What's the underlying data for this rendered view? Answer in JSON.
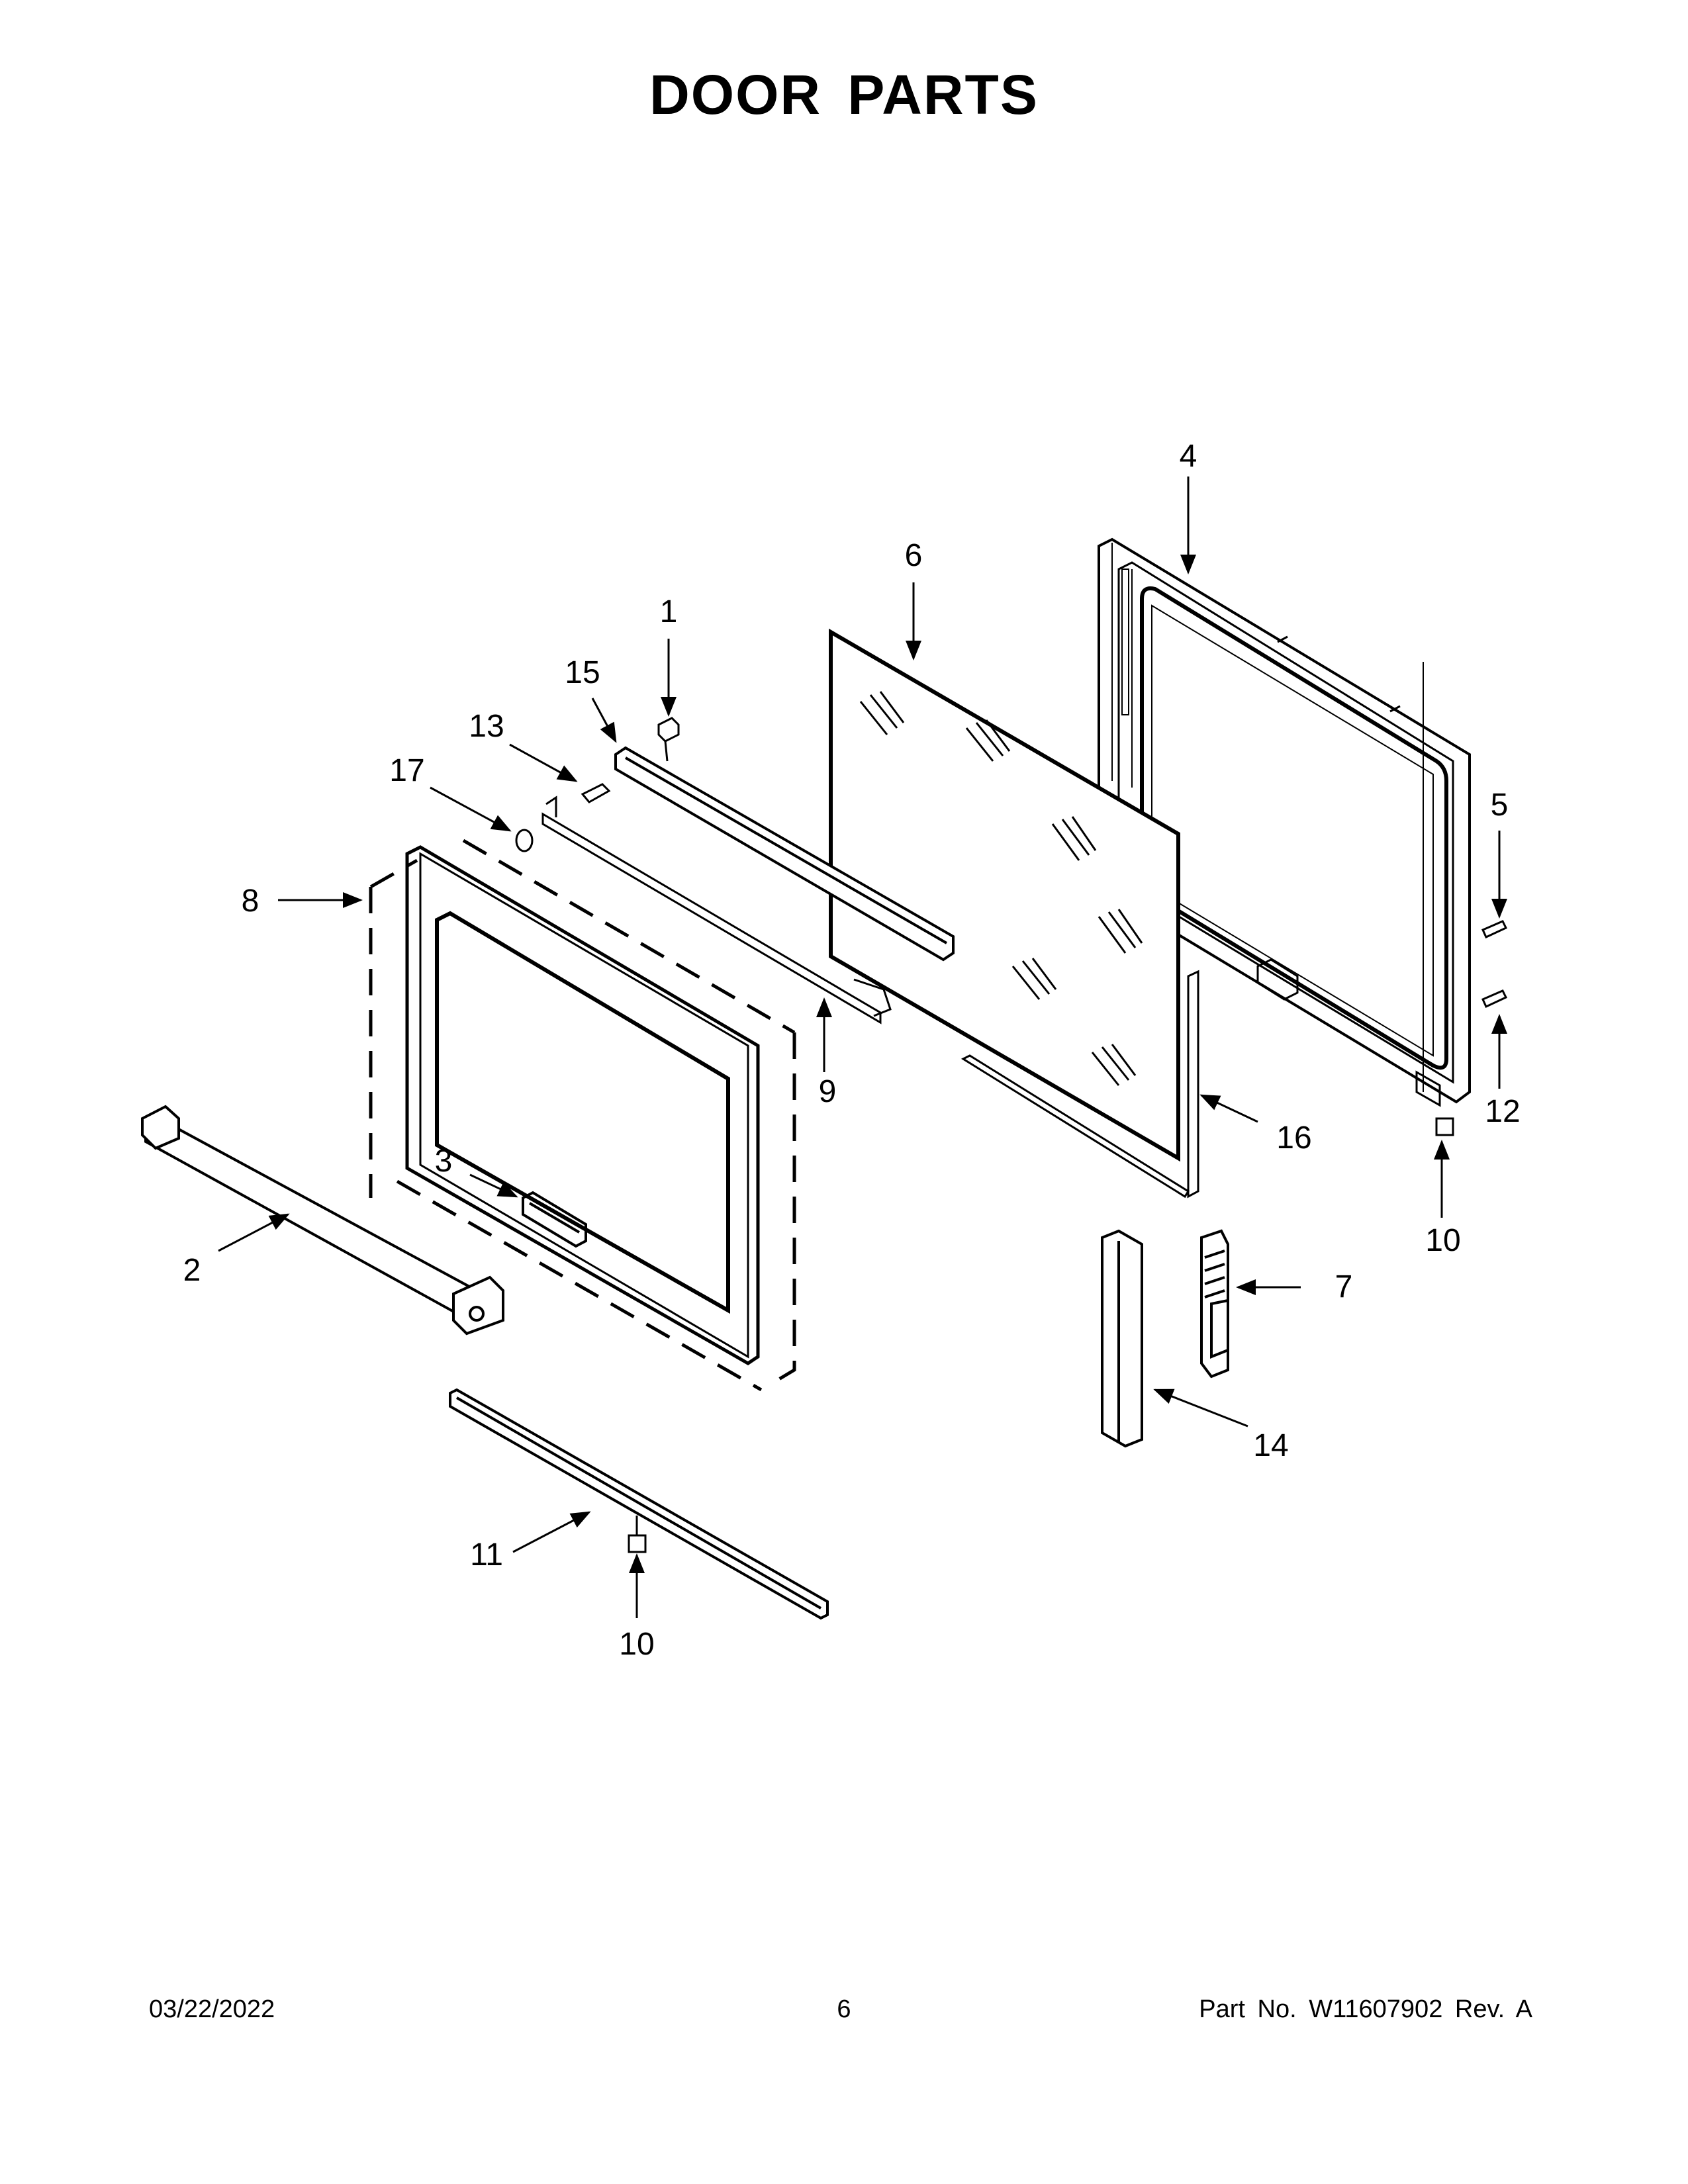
{
  "page": {
    "title": "DOOR PARTS"
  },
  "callouts": [
    {
      "id": "1",
      "label": "1"
    },
    {
      "id": "2",
      "label": "2"
    },
    {
      "id": "3",
      "label": "3"
    },
    {
      "id": "4",
      "label": "4"
    },
    {
      "id": "5",
      "label": "5"
    },
    {
      "id": "6",
      "label": "6"
    },
    {
      "id": "7",
      "label": "7"
    },
    {
      "id": "8",
      "label": "8"
    },
    {
      "id": "9",
      "label": "9"
    },
    {
      "id": "10a",
      "label": "10"
    },
    {
      "id": "10b",
      "label": "10"
    },
    {
      "id": "11",
      "label": "11"
    },
    {
      "id": "12",
      "label": "12"
    },
    {
      "id": "13",
      "label": "13"
    },
    {
      "id": "14",
      "label": "14"
    },
    {
      "id": "15",
      "label": "15"
    },
    {
      "id": "16",
      "label": "16"
    },
    {
      "id": "17",
      "label": "17"
    }
  ],
  "footer": {
    "date": "03/22/2022",
    "page_number": "6",
    "part_info": "Part No.  W11607902  Rev.  A"
  }
}
